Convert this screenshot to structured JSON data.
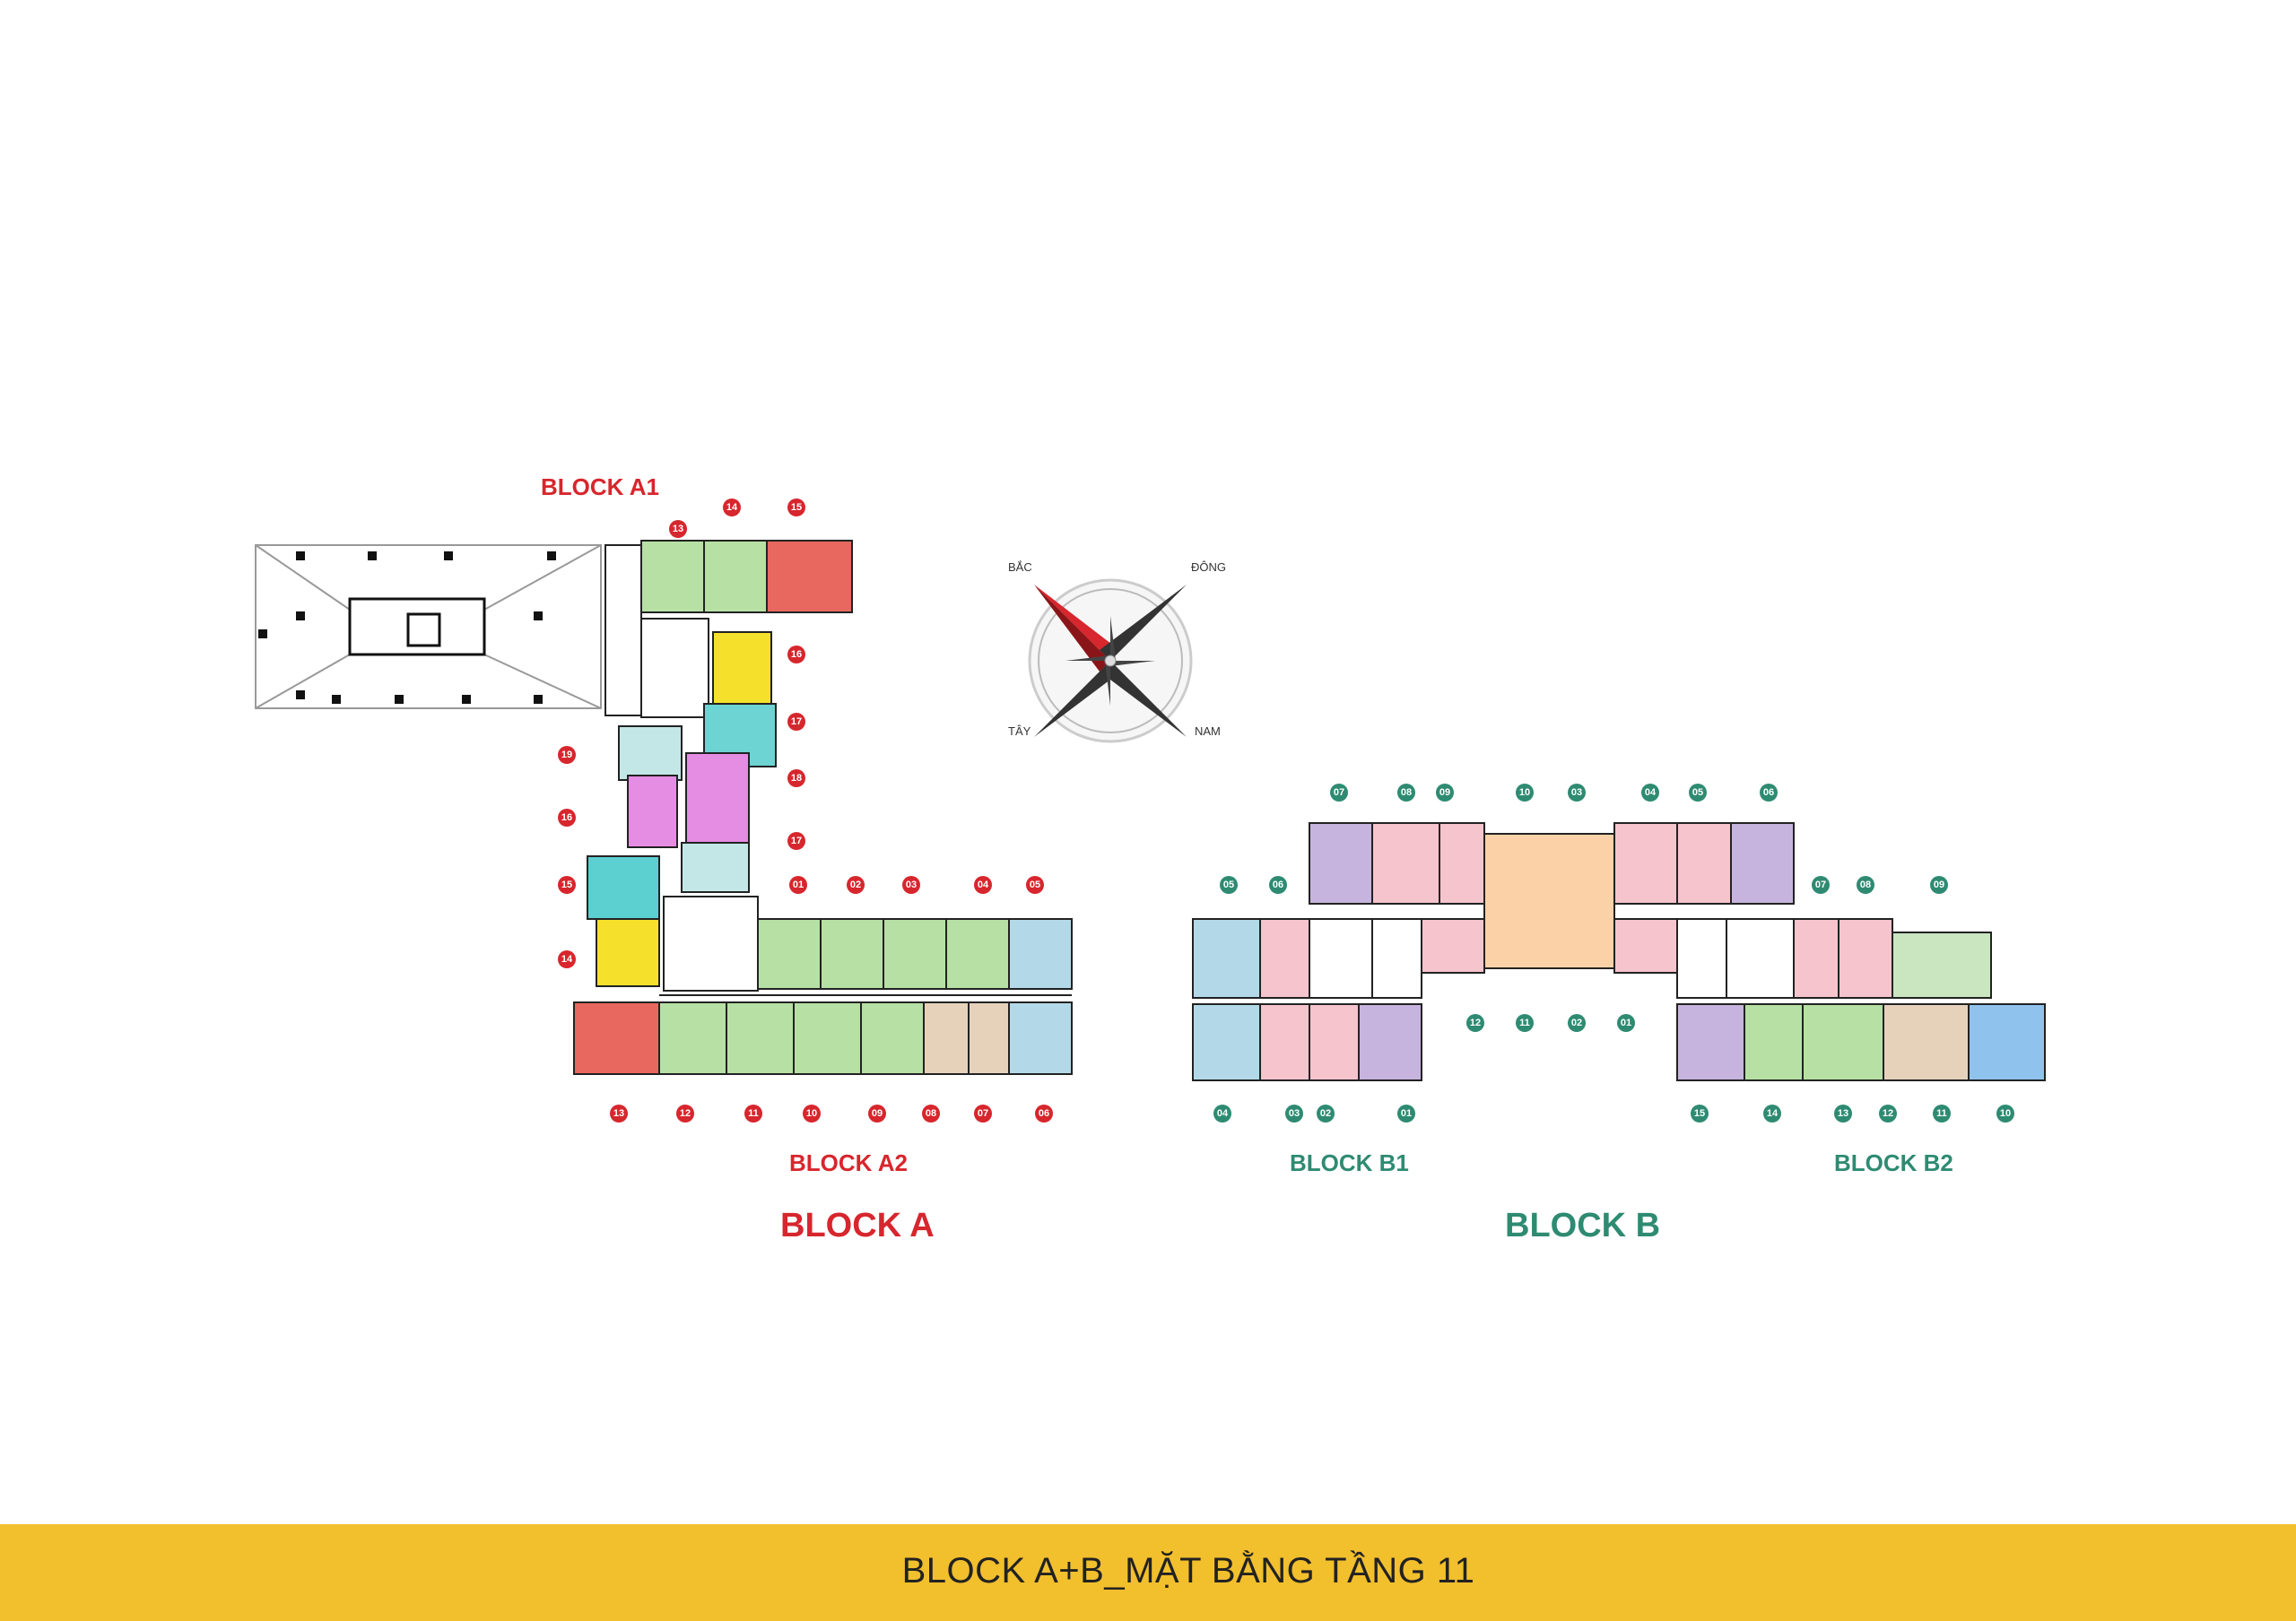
{
  "labels": {
    "block_a1": "BLOCK A1",
    "block_a2": "BLOCK A2",
    "block_a": "BLOCK A",
    "block_b1": "BLOCK B1",
    "block_b2": "BLOCK B2",
    "block_b": "BLOCK B"
  },
  "compass": {
    "north": "BẮC",
    "east": "ĐÔNG",
    "west": "TÂY",
    "south": "NAM"
  },
  "footer": {
    "title": "BLOCK A+B_MẶT BẰNG TẦNG 11"
  },
  "unit_numbers": {
    "a1_top": [
      "13",
      "14",
      "15"
    ],
    "a1_right": [
      "16",
      "17",
      "18",
      "17"
    ],
    "a1_left": [
      "19",
      "16",
      "15",
      "14"
    ],
    "a2_top": [
      "01",
      "02",
      "03",
      "04",
      "05"
    ],
    "a2_bottom": [
      "13",
      "12",
      "11",
      "10",
      "09",
      "08",
      "07",
      "06"
    ],
    "b_top": [
      "07",
      "08",
      "09",
      "10",
      "03",
      "04",
      "05",
      "06"
    ],
    "b_left_top": [
      "05",
      "06"
    ],
    "b_right_top": [
      "07",
      "08",
      "09"
    ],
    "b_center_bottom": [
      "12",
      "11",
      "02",
      "01"
    ],
    "b1_bottom": [
      "04",
      "03",
      "02",
      "01"
    ],
    "b2_bottom": [
      "15",
      "14",
      "13",
      "12",
      "11",
      "10"
    ]
  },
  "colors": {
    "red": "#d7262d",
    "green_brand": "#2e8b72",
    "footer": "#f2bf2d"
  }
}
